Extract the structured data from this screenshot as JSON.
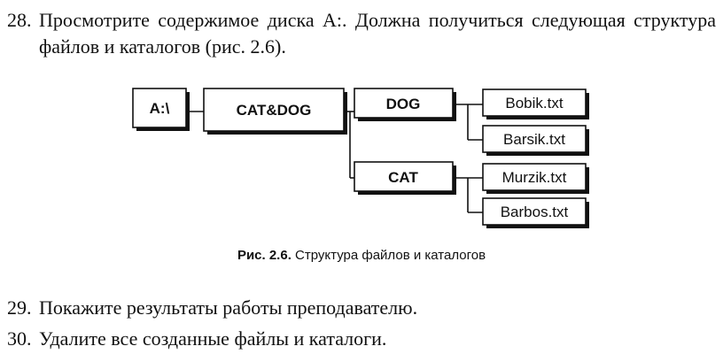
{
  "items": [
    {
      "number": "28.",
      "text": "Просмотрите содержимое диска A:. Должна получиться следующая структура файлов и каталогов (рис. 2.6)."
    },
    {
      "number": "29.",
      "text": "Покажите результаты работы преподавателю."
    },
    {
      "number": "30.",
      "text": "Удалите все созданные файлы и каталоги."
    }
  ],
  "diagram": {
    "root": "A:\\",
    "folder": "CAT&DOG",
    "subfolders": [
      "DOG",
      "CAT"
    ],
    "dog_files": [
      "Bobik.txt",
      "Barsik.txt"
    ],
    "cat_files": [
      "Murzik.txt",
      "Barbos.txt"
    ]
  },
  "caption": {
    "label": "Рис. 2.6.",
    "text": " Структура файлов и каталогов"
  }
}
